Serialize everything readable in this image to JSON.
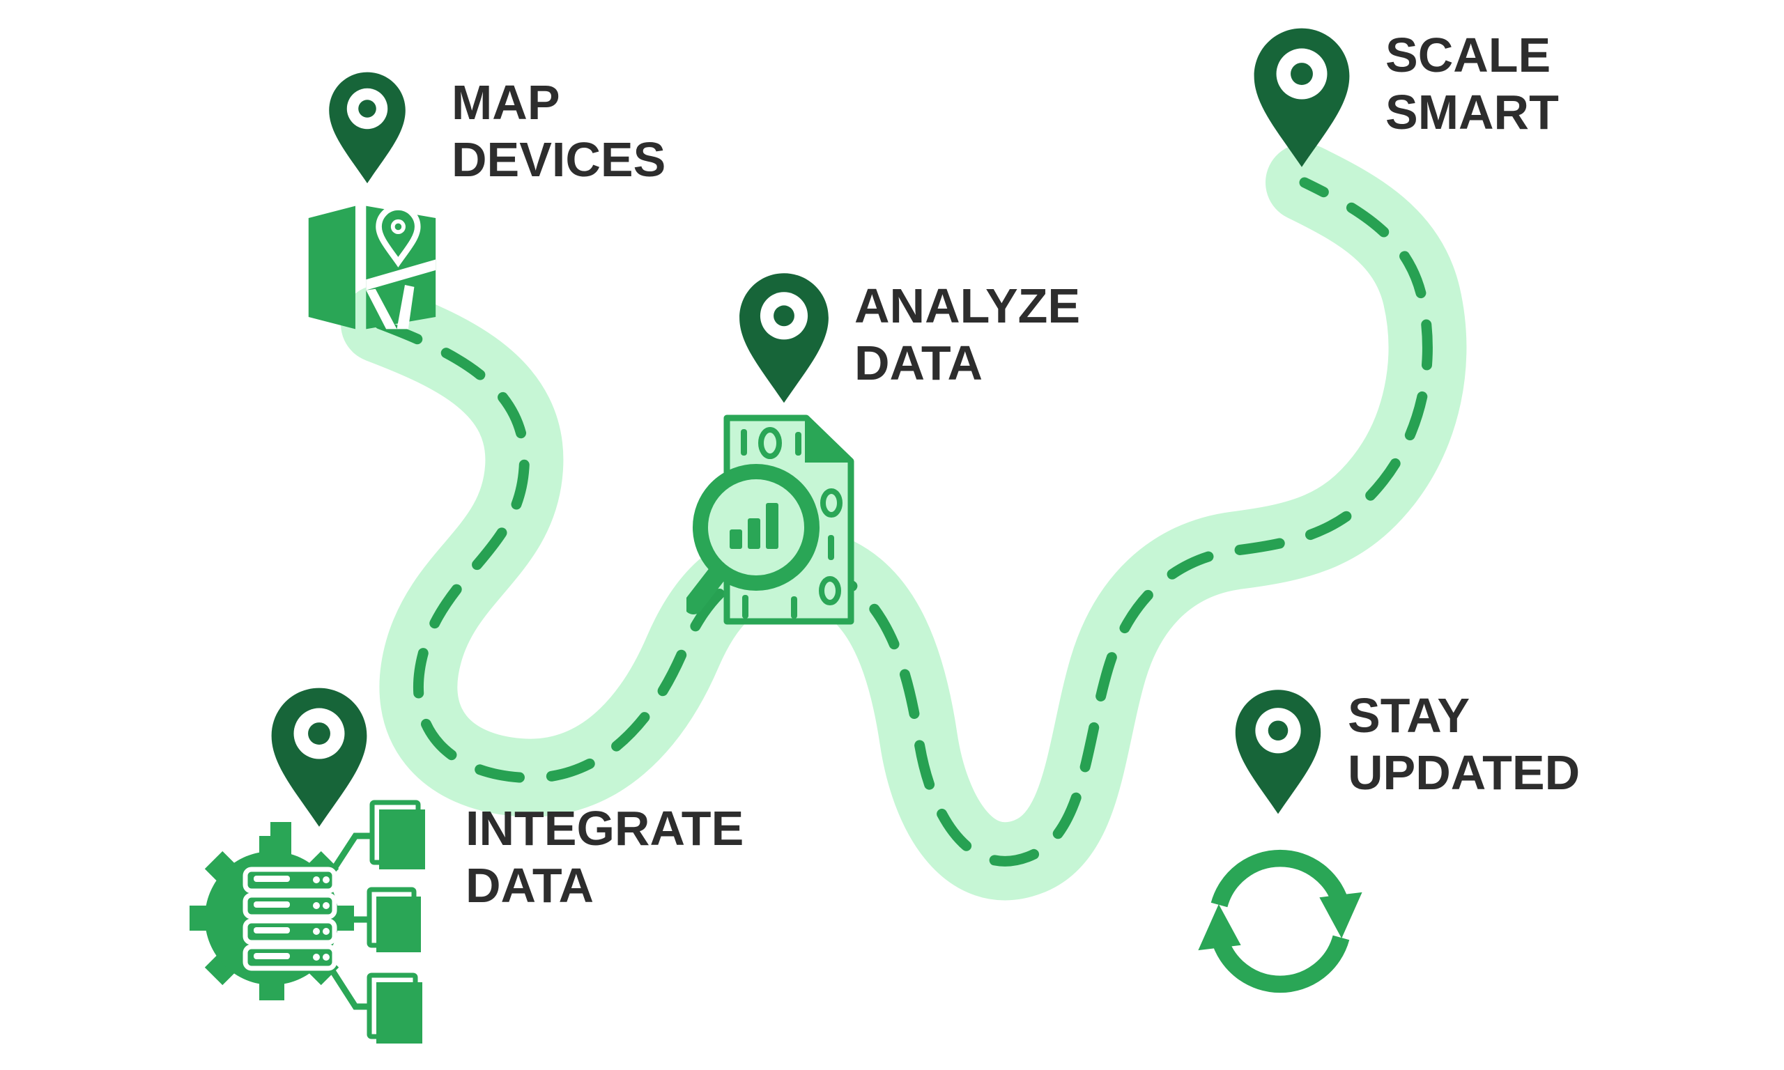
{
  "infographic": {
    "type": "winding-road-journey",
    "road": {
      "shape": "s-curve winding road, light green with dashed center line",
      "start": "below map-devices icon (top-left)",
      "end": "below scale-smart pin (top-right)"
    },
    "steps": [
      {
        "id": "map-devices",
        "label_lines": [
          "MAP",
          "DEVICES"
        ],
        "marker": "location-pin-icon",
        "icon": "folded-map-with-pin-icon"
      },
      {
        "id": "analyze-data",
        "label_lines": [
          "ANALYZE",
          "DATA"
        ],
        "marker": "location-pin-icon",
        "icon": "document-magnifier-chart-icon"
      },
      {
        "id": "scale-smart",
        "label_lines": [
          "SCALE",
          "SMART"
        ],
        "marker": "location-pin-icon",
        "icon": ""
      },
      {
        "id": "integrate-data",
        "label_lines": [
          "INTEGRATE",
          "DATA"
        ],
        "marker": "location-pin-icon",
        "icon": "gear-server-files-icon"
      },
      {
        "id": "stay-updated",
        "label_lines": [
          "STAY",
          "UPDATED"
        ],
        "marker": "location-pin-icon",
        "icon": "refresh-arrows-icon"
      }
    ]
  },
  "colors": {
    "pin-dark-green": "#176539",
    "icon-green": "#2aa656",
    "dash-green": "#27a152",
    "road-light-green": "#c6f6d5",
    "label-text": "#2d2d2d",
    "background": "#ffffff"
  }
}
